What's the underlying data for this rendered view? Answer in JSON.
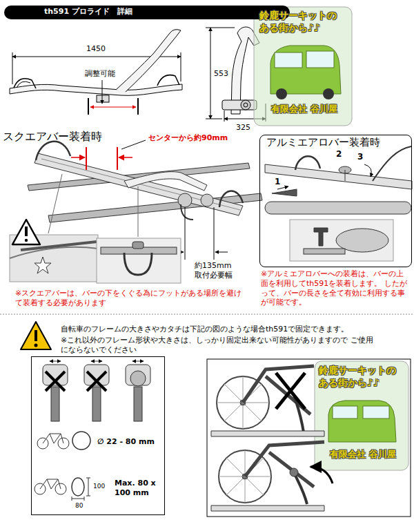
{
  "diagram": {
    "nodes": [
      {
        "text": [
          "th591 プロライド　詳細"
        ]
      },
      {
        "text": [
          "アルミエアロバー装着時"
        ]
      },
      {
        "text": [
          "∅ 22 - 80 mm",
          "100",
          "80",
          "Max. 80 x 100 mm"
        ]
      }
    ],
    "labels": [
      "1450",
      "調整可能",
      "553",
      "325",
      "鈴鹿サーキットの ある街から♪♪",
      "有限会社 谷川屋",
      "スクエアバー装着時",
      "センターから約90mm",
      "1",
      "2",
      "3",
      "約135mm 取付必要幅",
      "※スクエアバーは、バーの下をくぐる為にフットがある場所を避けて装着する必要があります",
      "※アルミエアロバーへの装着は、バーの上面を利用してth591を装着します。 したがって、バーの長さを全て有効に利用する事が可能です。",
      "自転車のフレームの大きさやカタチは下記の図のような場合th591で固定できます。",
      "※これ以外のフレーム形状や大きさは、しっかり固定出来ない可能性がありますので ご使用にならないでください",
      "鈴鹿サーキットの ある街から♪♪",
      "有限会社 谷川屋"
    ]
  }
}
